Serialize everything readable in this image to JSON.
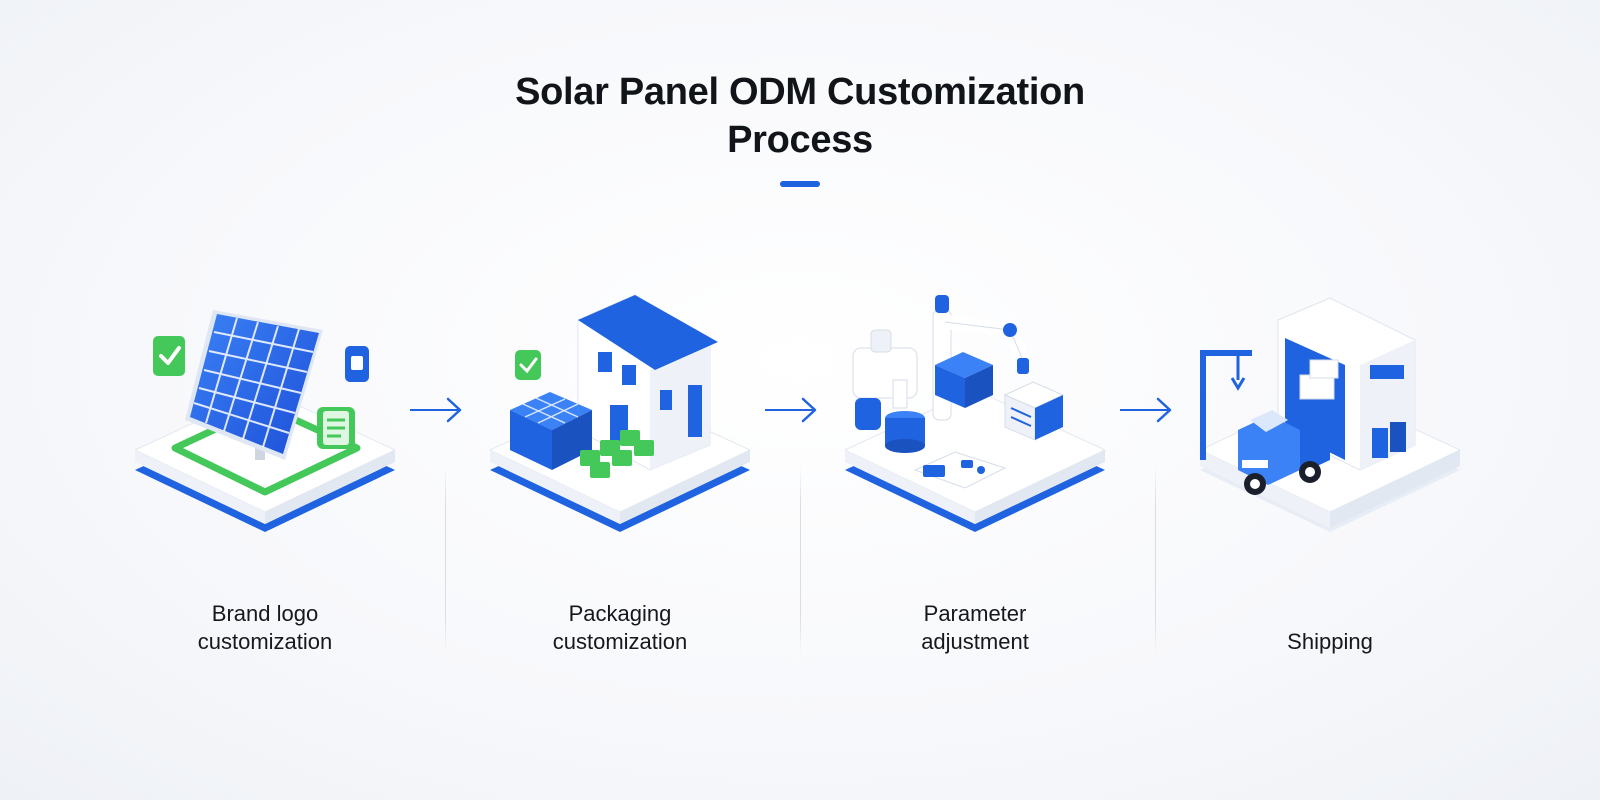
{
  "title": {
    "line1": "Solar Panel ODM Customization",
    "line2": "Process"
  },
  "colors": {
    "accent": "#1f63e0",
    "green": "#45c85a",
    "platform": "#ffffff",
    "text": "#15181d"
  },
  "steps": [
    {
      "line1": "Brand logo",
      "line2": "customization",
      "icon": "solar-panel-icon"
    },
    {
      "line1": "Packaging",
      "line2": "customization",
      "icon": "factory-icon"
    },
    {
      "line1": "Parameter",
      "line2": "adjustment",
      "icon": "robot-arm-icon"
    },
    {
      "line1": "",
      "line2": "Shipping",
      "icon": "truck-warehouse-icon"
    }
  ]
}
